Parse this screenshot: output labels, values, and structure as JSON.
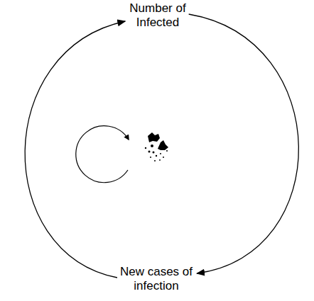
{
  "diagram": {
    "nodes": [
      {
        "text": [
          "Number of Infected"
        ]
      },
      {
        "text": [
          "New cases of infection"
        ]
      }
    ],
    "edges": [
      {
        "from": 0,
        "to": 1,
        "arrow": "to"
      },
      {
        "from": 1,
        "to": 0,
        "arrow": "to"
      }
    ]
  }
}
